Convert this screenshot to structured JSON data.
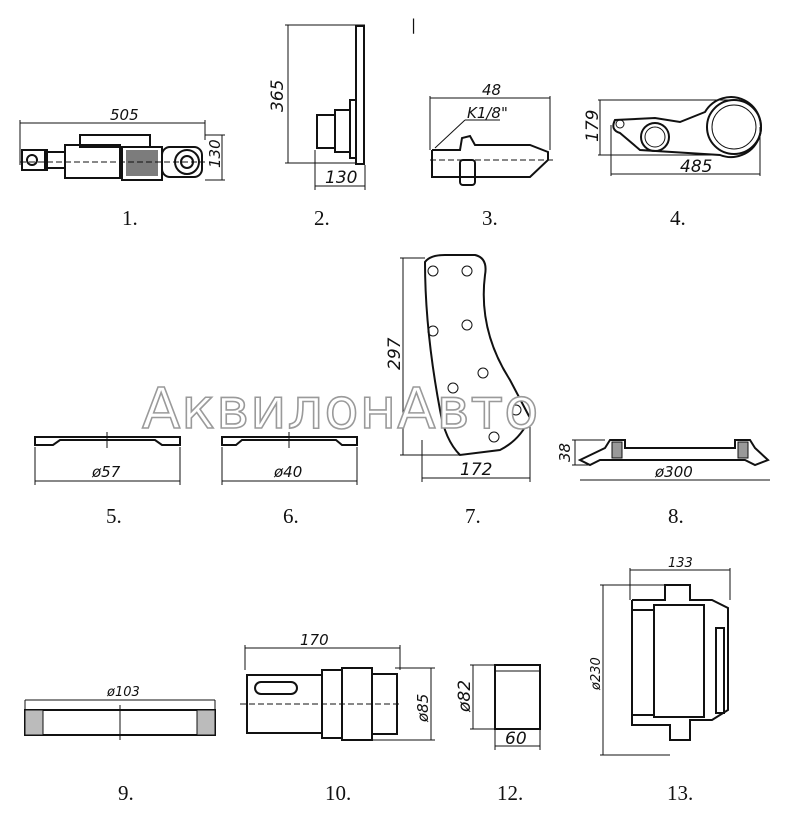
{
  "watermark": "АквилонАвто",
  "top_mark": "|",
  "parts": [
    {
      "label": "1.",
      "dims": [
        "505",
        "130"
      ]
    },
    {
      "label": "2.",
      "dims": [
        "365",
        "130"
      ]
    },
    {
      "label": "3.",
      "dims": [
        "48",
        "K1/8\""
      ]
    },
    {
      "label": "4.",
      "dims": [
        "179",
        "485"
      ]
    },
    {
      "label": "5.",
      "dims": [
        "ø57"
      ]
    },
    {
      "label": "6.",
      "dims": [
        "ø40"
      ]
    },
    {
      "label": "7.",
      "dims": [
        "297",
        "172"
      ]
    },
    {
      "label": "8.",
      "dims": [
        "38",
        "ø300"
      ]
    },
    {
      "label": "9.",
      "dims": [
        "ø103"
      ]
    },
    {
      "label": "10.",
      "dims": [
        "170",
        "ø85"
      ]
    },
    {
      "label": "12.",
      "dims": [
        "ø82",
        "60"
      ]
    },
    {
      "label": "13.",
      "dims": [
        "133",
        "ø230"
      ]
    }
  ]
}
